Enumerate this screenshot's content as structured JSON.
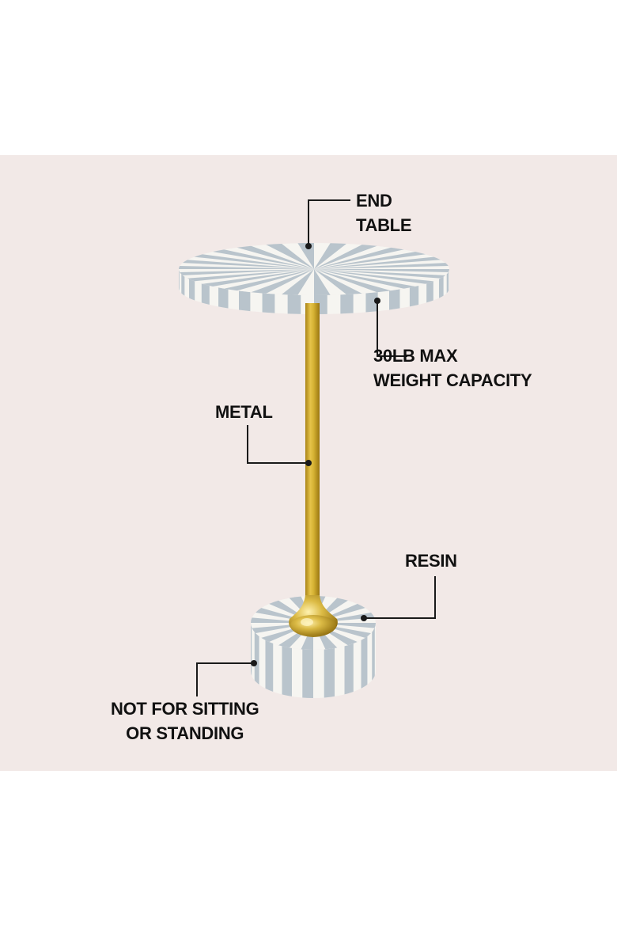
{
  "image": {
    "background_color": "#ffffff",
    "panel_color": "#f2e9e7",
    "stripe_gray": "#b9c4cc",
    "stripe_white": "#f6f5f1",
    "brass_color": "#c9a62a",
    "leader_color": "#1a1a1a"
  },
  "callouts": [
    {
      "text": "END\nTABLE"
    },
    {
      "text": "30LB MAX\nWEIGHT CAPACITY"
    },
    {
      "text": "METAL"
    },
    {
      "text": "RESIN"
    },
    {
      "text": "NOT FOR  SITTING\nOR STANDING"
    }
  ]
}
